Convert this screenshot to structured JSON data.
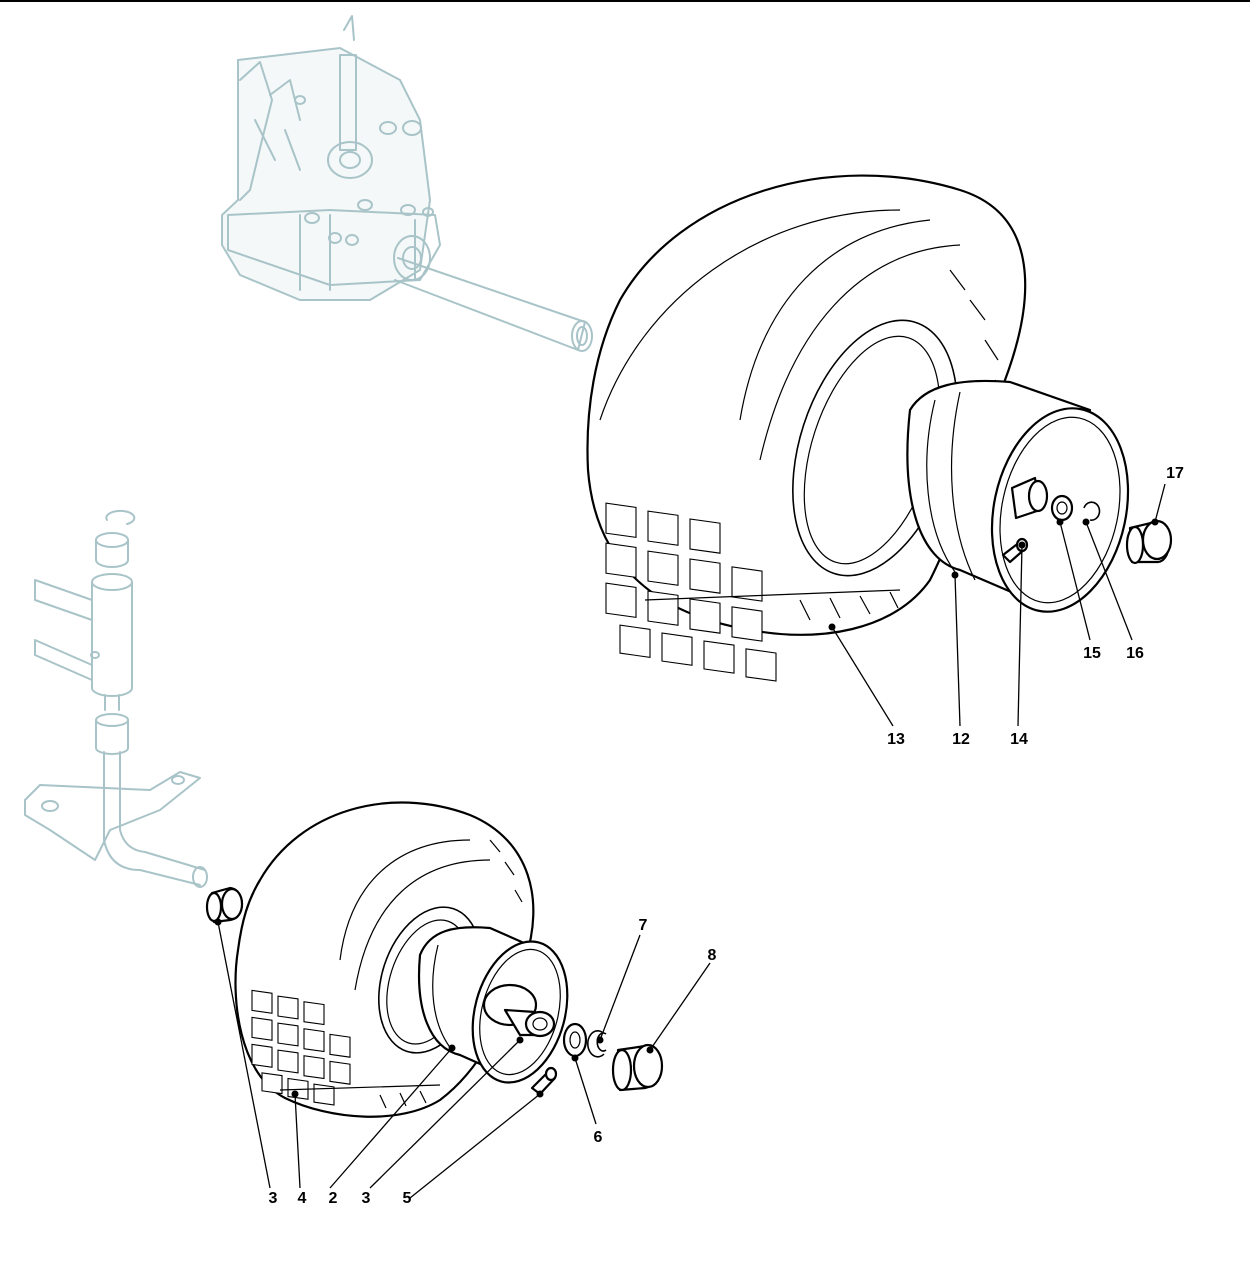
{
  "callouts": [
    {
      "id": "17",
      "label": "17"
    },
    {
      "id": "15",
      "label": "15"
    },
    {
      "id": "16",
      "label": "16"
    },
    {
      "id": "13",
      "label": "13"
    },
    {
      "id": "12",
      "label": "12"
    },
    {
      "id": "14",
      "label": "14"
    },
    {
      "id": "7",
      "label": "7"
    },
    {
      "id": "8",
      "label": "8"
    },
    {
      "id": "6",
      "label": "6"
    },
    {
      "id": "3a",
      "label": "3"
    },
    {
      "id": "4",
      "label": "4"
    },
    {
      "id": "2",
      "label": "2"
    },
    {
      "id": "3b",
      "label": "3"
    },
    {
      "id": "5",
      "label": "5"
    }
  ],
  "colors": {
    "line": "#000000",
    "ghost": "#a9c4c8",
    "background": "#ffffff"
  }
}
